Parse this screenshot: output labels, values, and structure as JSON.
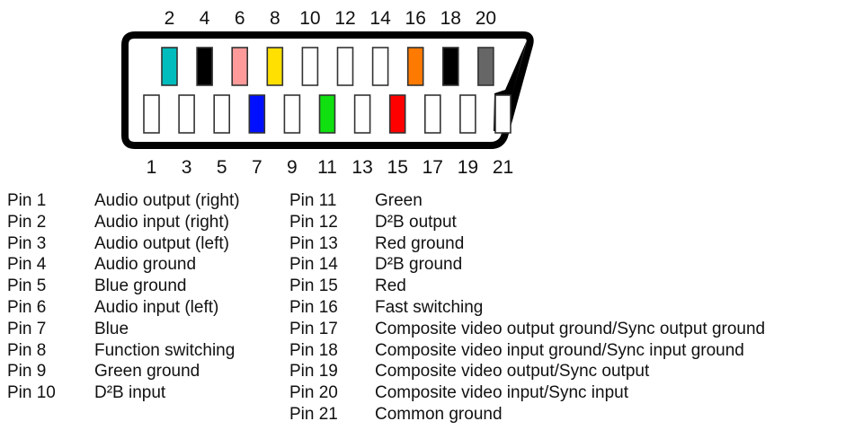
{
  "connector": {
    "top_row": [
      {
        "pin": "2",
        "color": "#00bcbc"
      },
      {
        "pin": "4",
        "color": "#000000"
      },
      {
        "pin": "6",
        "color": "#ff9a9a"
      },
      {
        "pin": "8",
        "color": "#ffe000"
      },
      {
        "pin": "10",
        "color": "#ffffff"
      },
      {
        "pin": "12",
        "color": "#ffffff"
      },
      {
        "pin": "14",
        "color": "#ffffff"
      },
      {
        "pin": "16",
        "color": "#ff7a00"
      },
      {
        "pin": "18",
        "color": "#000000"
      },
      {
        "pin": "20",
        "color": "#666666"
      }
    ],
    "bottom_row": [
      {
        "pin": "1",
        "color": "#ffffff"
      },
      {
        "pin": "3",
        "color": "#ffffff"
      },
      {
        "pin": "5",
        "color": "#ffffff"
      },
      {
        "pin": "7",
        "color": "#0010ff"
      },
      {
        "pin": "9",
        "color": "#ffffff"
      },
      {
        "pin": "11",
        "color": "#10e010"
      },
      {
        "pin": "13",
        "color": "#ffffff"
      },
      {
        "pin": "15",
        "color": "#ff0000"
      },
      {
        "pin": "17",
        "color": "#ffffff"
      },
      {
        "pin": "19",
        "color": "#ffffff"
      },
      {
        "pin": "21",
        "color": "#ffffff"
      }
    ]
  },
  "pinout_left": [
    {
      "pin": "Pin 1",
      "desc": "Audio output (right)"
    },
    {
      "pin": "Pin 2",
      "desc": "Audio input (right)"
    },
    {
      "pin": "Pin 3",
      "desc": "Audio output (left)"
    },
    {
      "pin": "Pin 4",
      "desc": "Audio ground"
    },
    {
      "pin": "Pin 5",
      "desc": "Blue ground"
    },
    {
      "pin": "Pin 6",
      "desc": "Audio input (left)"
    },
    {
      "pin": "Pin 7",
      "desc": "Blue"
    },
    {
      "pin": "Pin 8",
      "desc": "Function switching"
    },
    {
      "pin": "Pin 9",
      "desc": "Green ground"
    },
    {
      "pin": "Pin 10",
      "desc": "D²B input"
    }
  ],
  "pinout_right": [
    {
      "pin": "Pin 11",
      "desc": "Green"
    },
    {
      "pin": "Pin 12",
      "desc": "D²B output"
    },
    {
      "pin": "Pin 13",
      "desc": "Red ground"
    },
    {
      "pin": "Pin 14",
      "desc": "D²B ground"
    },
    {
      "pin": "Pin 15",
      "desc": "Red"
    },
    {
      "pin": "Pin 16",
      "desc": "Fast switching"
    },
    {
      "pin": "Pin 17",
      "desc": "Composite video output ground/Sync output ground"
    },
    {
      "pin": "Pin 18",
      "desc": "Composite video input ground/Sync input ground"
    },
    {
      "pin": "Pin 19",
      "desc": "Composite video output/Sync output"
    },
    {
      "pin": "Pin 20",
      "desc": "Composite video input/Sync input"
    },
    {
      "pin": "Pin 21",
      "desc": "Common ground"
    }
  ]
}
